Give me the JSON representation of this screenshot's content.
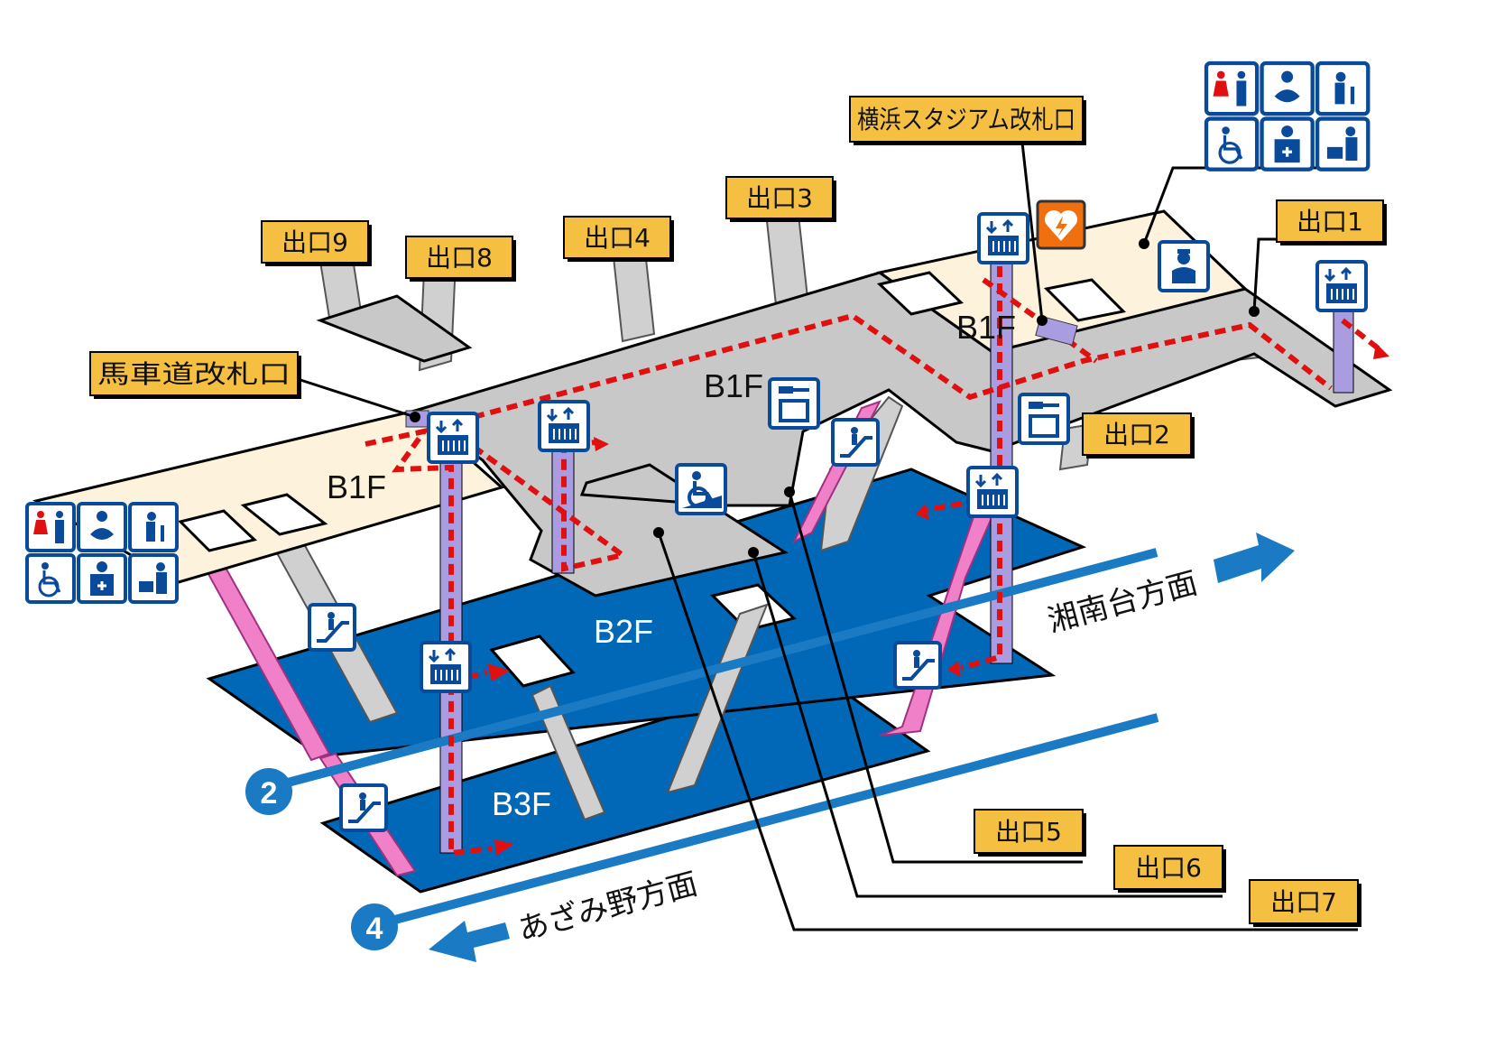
{
  "gates": {
    "bashamichi": "馬車道改札口",
    "yokohama_stadium": "横浜スタジアム改札口"
  },
  "exits": {
    "e1": "出口1",
    "e2": "出口2",
    "e3": "出口3",
    "e4": "出口4",
    "e5": "出口5",
    "e6": "出口6",
    "e7": "出口7",
    "e8": "出口8",
    "e9": "出口9"
  },
  "floors": {
    "b1f": "B1F",
    "b2f": "B2F",
    "b3f": "B3F"
  },
  "tracks": {
    "track2": "2",
    "track4": "4",
    "dir_shonandai": "湘南台方面",
    "dir_azamino": "あざみ野方面"
  },
  "facility_icons": [
    "toilet-icon",
    "baby-care-icon",
    "baby-seat-icon",
    "accessible-toilet-icon",
    "ostomate-icon",
    "diaper-change-icon"
  ],
  "colors": {
    "label_bg": "#f5c042",
    "b1f_concourse": "#fdf3dc",
    "b1f_corridor": "#c8c8c8",
    "platform": "#0068b7",
    "track_line": "#1a7ac4",
    "route": "#e01010",
    "elevator_shaft": "#a99ce0",
    "escalator": "#f080c8",
    "aed": "#f07010",
    "icon_blue": "#0a4a9a"
  }
}
